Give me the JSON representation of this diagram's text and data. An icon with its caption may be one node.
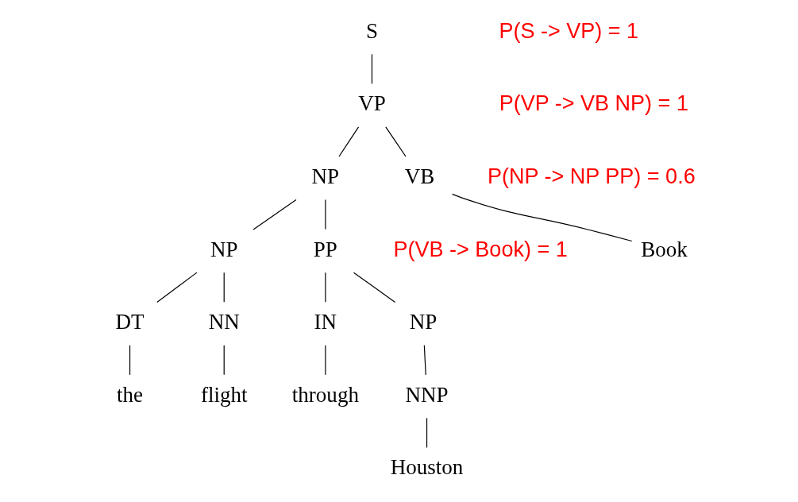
{
  "diagram": {
    "nodes": [
      {
        "text": [
          "S"
        ]
      },
      {
        "text": [
          "VP"
        ]
      },
      {
        "text": [
          "VB"
        ]
      },
      {
        "text": [
          "NP"
        ]
      },
      {
        "text": [
          "Book"
        ]
      },
      {
        "text": [
          "NP"
        ]
      },
      {
        "text": [
          "PP"
        ]
      },
      {
        "text": [
          "DT"
        ]
      },
      {
        "text": [
          "NN"
        ]
      },
      {
        "text": [
          "IN"
        ]
      },
      {
        "text": [
          "NP"
        ]
      },
      {
        "text": [
          "the"
        ]
      },
      {
        "text": [
          "flight"
        ]
      },
      {
        "text": [
          "through"
        ]
      },
      {
        "text": [
          "NNP"
        ]
      },
      {
        "text": [
          "Houston"
        ]
      }
    ],
    "edges": [
      {
        "from": 0,
        "to": 1,
        "arrow": "none"
      },
      {
        "from": 1,
        "to": 2,
        "arrow": "none"
      },
      {
        "from": 1,
        "to": 3,
        "arrow": "none"
      },
      {
        "from": 2,
        "to": 4,
        "arrow": "none"
      },
      {
        "from": 3,
        "to": 5,
        "arrow": "none"
      },
      {
        "from": 3,
        "to": 6,
        "arrow": "none"
      },
      {
        "from": 5,
        "to": 7,
        "arrow": "none"
      },
      {
        "from": 5,
        "to": 8,
        "arrow": "none"
      },
      {
        "from": 6,
        "to": 9,
        "arrow": "none"
      },
      {
        "from": 6,
        "to": 10,
        "arrow": "none"
      },
      {
        "from": 7,
        "to": 11,
        "arrow": "none"
      },
      {
        "from": 8,
        "to": 12,
        "arrow": "none"
      },
      {
        "from": 9,
        "to": 13,
        "arrow": "none"
      },
      {
        "from": 10,
        "to": 14,
        "arrow": "none"
      },
      {
        "from": 14,
        "to": 15,
        "arrow": "none"
      }
    ],
    "labels": [
      "P(S -> VP) = 1",
      "P(VP -> VB NP) = 1",
      "P(VB -> Book) = 1",
      "P(NP -> NP PP) = 0.6"
    ]
  }
}
